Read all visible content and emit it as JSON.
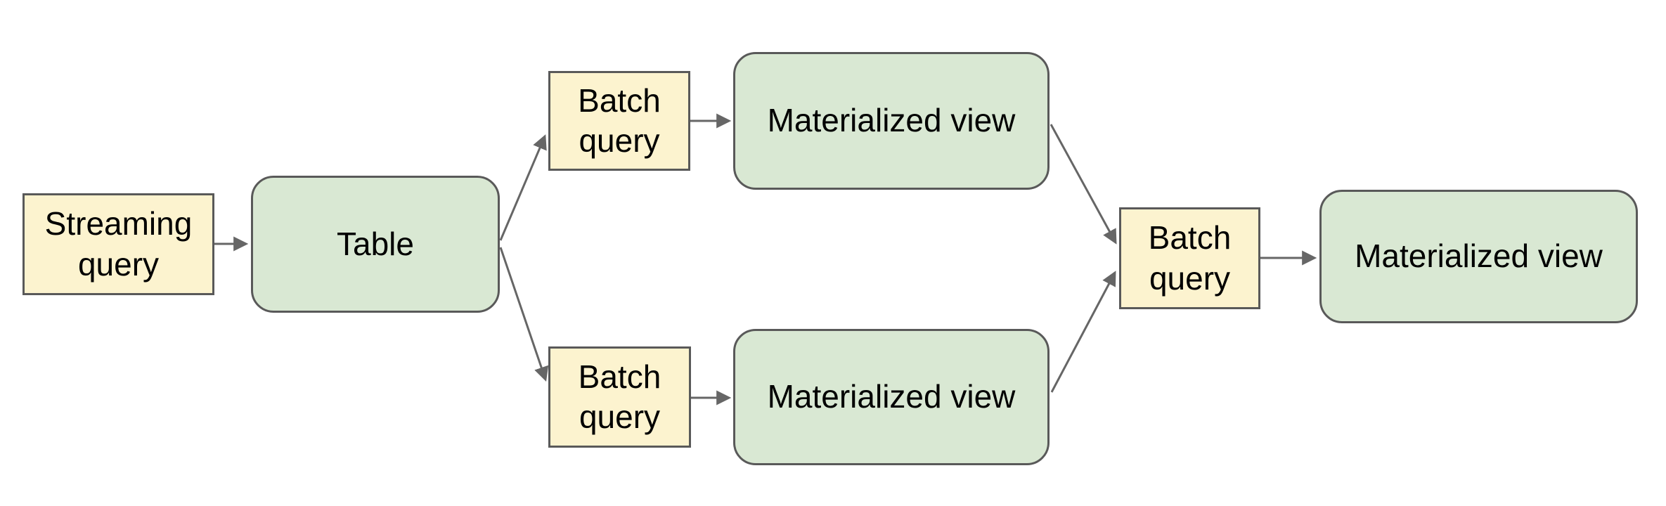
{
  "colors": {
    "query_fill": "#fcf3cf",
    "store_fill": "#d9e8d3",
    "box_border": "#595959",
    "connector": "#666666",
    "text": "#000000",
    "background": "#ffffff"
  },
  "diagram": {
    "nodes": {
      "streaming_query": {
        "label": "Streaming\nquery",
        "shape": "rectangle",
        "kind": "query"
      },
      "table": {
        "label": "Table",
        "shape": "rounded-rectangle",
        "kind": "store"
      },
      "batch_query_top": {
        "label": "Batch\nquery",
        "shape": "rectangle",
        "kind": "query"
      },
      "materialized_view_top": {
        "label": "Materialized view",
        "shape": "rounded-rectangle",
        "kind": "store"
      },
      "batch_query_bottom": {
        "label": "Batch\nquery",
        "shape": "rectangle",
        "kind": "query"
      },
      "materialized_view_bottom": {
        "label": "Materialized view",
        "shape": "rounded-rectangle",
        "kind": "store"
      },
      "batch_query_merge": {
        "label": "Batch\nquery",
        "shape": "rectangle",
        "kind": "query"
      },
      "materialized_view_final": {
        "label": "Materialized view",
        "shape": "rounded-rectangle",
        "kind": "store"
      }
    },
    "edges": [
      {
        "from": "streaming_query",
        "to": "table"
      },
      {
        "from": "table",
        "to": "batch_query_top"
      },
      {
        "from": "table",
        "to": "batch_query_bottom"
      },
      {
        "from": "batch_query_top",
        "to": "materialized_view_top"
      },
      {
        "from": "batch_query_bottom",
        "to": "materialized_view_bottom"
      },
      {
        "from": "materialized_view_top",
        "to": "batch_query_merge"
      },
      {
        "from": "materialized_view_bottom",
        "to": "batch_query_merge"
      },
      {
        "from": "batch_query_merge",
        "to": "materialized_view_final"
      }
    ]
  }
}
